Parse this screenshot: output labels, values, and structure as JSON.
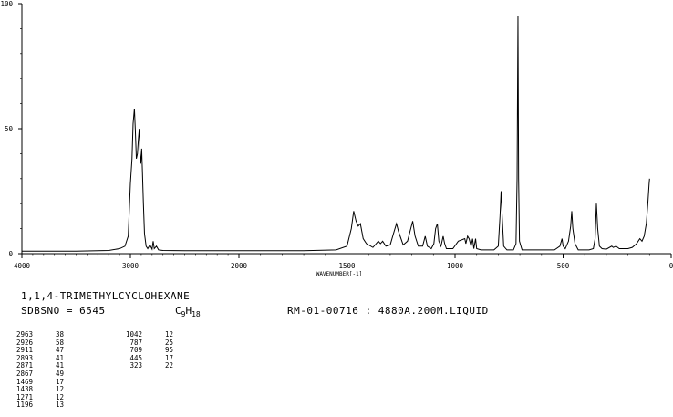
{
  "chart_data": {
    "type": "line",
    "xlabel": "WAVENUMBER[-1]",
    "ylabel": "",
    "xlim": [
      4000,
      0
    ],
    "ylim": [
      0,
      100
    ],
    "x_ticks": [
      "4000",
      "3000",
      "2000",
      "1500",
      "1000",
      "500",
      "0"
    ],
    "y_ticks": [
      "0",
      "50",
      "100"
    ],
    "series": [
      {
        "points": [
          [
            4000,
            1
          ],
          [
            3500,
            1
          ],
          [
            3200,
            1.3
          ],
          [
            3100,
            2
          ],
          [
            3050,
            3
          ],
          [
            3020,
            7
          ],
          [
            3000,
            28
          ],
          [
            2985,
            38
          ],
          [
            2975,
            52
          ],
          [
            2963,
            58
          ],
          [
            2955,
            50
          ],
          [
            2945,
            38
          ],
          [
            2935,
            40
          ],
          [
            2926,
            46
          ],
          [
            2918,
            50
          ],
          [
            2911,
            40
          ],
          [
            2904,
            36
          ],
          [
            2896,
            42
          ],
          [
            2890,
            34
          ],
          [
            2880,
            20
          ],
          [
            2870,
            8
          ],
          [
            2855,
            3
          ],
          [
            2840,
            2
          ],
          [
            2820,
            3.5
          ],
          [
            2800,
            1.8
          ],
          [
            2790,
            5
          ],
          [
            2780,
            2
          ],
          [
            2760,
            3
          ],
          [
            2740,
            1.5
          ],
          [
            2700,
            1.3
          ],
          [
            2500,
            1.2
          ],
          [
            2000,
            1.2
          ],
          [
            1700,
            1.2
          ],
          [
            1550,
            1.5
          ],
          [
            1500,
            3
          ],
          [
            1480,
            10
          ],
          [
            1469,
            17
          ],
          [
            1458,
            13
          ],
          [
            1448,
            11
          ],
          [
            1438,
            12
          ],
          [
            1425,
            6
          ],
          [
            1410,
            4
          ],
          [
            1380,
            2.5
          ],
          [
            1365,
            4
          ],
          [
            1355,
            5
          ],
          [
            1345,
            4
          ],
          [
            1335,
            5
          ],
          [
            1320,
            3
          ],
          [
            1300,
            3.5
          ],
          [
            1285,
            8
          ],
          [
            1271,
            12
          ],
          [
            1262,
            9
          ],
          [
            1250,
            6
          ],
          [
            1240,
            3.5
          ],
          [
            1220,
            5
          ],
          [
            1205,
            10
          ],
          [
            1196,
            13
          ],
          [
            1185,
            7
          ],
          [
            1170,
            3
          ],
          [
            1150,
            3
          ],
          [
            1138,
            7
          ],
          [
            1128,
            3
          ],
          [
            1110,
            2
          ],
          [
            1098,
            4
          ],
          [
            1090,
            10
          ],
          [
            1082,
            12
          ],
          [
            1075,
            5
          ],
          [
            1065,
            3
          ],
          [
            1055,
            7
          ],
          [
            1048,
            4
          ],
          [
            1040,
            2
          ],
          [
            1010,
            2
          ],
          [
            985,
            5
          ],
          [
            955,
            6
          ],
          [
            950,
            4
          ],
          [
            942,
            7
          ],
          [
            935,
            6
          ],
          [
            926,
            3
          ],
          [
            919,
            6
          ],
          [
            913,
            2
          ],
          [
            905,
            6
          ],
          [
            900,
            2
          ],
          [
            880,
            1.5
          ],
          [
            820,
            1.5
          ],
          [
            800,
            3
          ],
          [
            792,
            15
          ],
          [
            787,
            25
          ],
          [
            782,
            15
          ],
          [
            775,
            3
          ],
          [
            760,
            1.5
          ],
          [
            730,
            1.5
          ],
          [
            718,
            4
          ],
          [
            713,
            30
          ],
          [
            709,
            95
          ],
          [
            706,
            30
          ],
          [
            702,
            5
          ],
          [
            690,
            1.5
          ],
          [
            600,
            1.5
          ],
          [
            540,
            1.5
          ],
          [
            515,
            3
          ],
          [
            505,
            6
          ],
          [
            500,
            3
          ],
          [
            490,
            2
          ],
          [
            475,
            5
          ],
          [
            465,
            11
          ],
          [
            460,
            17
          ],
          [
            455,
            10
          ],
          [
            445,
            4
          ],
          [
            430,
            1.5
          ],
          [
            380,
            1.5
          ],
          [
            360,
            2
          ],
          [
            352,
            6
          ],
          [
            346,
            20
          ],
          [
            340,
            10
          ],
          [
            332,
            3
          ],
          [
            320,
            2
          ],
          [
            300,
            1.8
          ],
          [
            275,
            3
          ],
          [
            268,
            2.5
          ],
          [
            255,
            3
          ],
          [
            240,
            2
          ],
          [
            200,
            2
          ],
          [
            180,
            2.5
          ],
          [
            160,
            4
          ],
          [
            145,
            6
          ],
          [
            135,
            5
          ],
          [
            125,
            7
          ],
          [
            115,
            12
          ],
          [
            108,
            20
          ],
          [
            102,
            28
          ],
          [
            100,
            30
          ]
        ]
      }
    ]
  },
  "compound_name": "1,1,4-TRIMETHYLCYCLOHEXANE",
  "sdbs_label": "SDBSNO = 6545",
  "formula": {
    "c": "C",
    "c_n": "9",
    "h": "H",
    "h_n": "18"
  },
  "sample_info": "RM-01-00716 : 4880A.200M.LIQUID",
  "peak_table": {
    "col1": [
      {
        "wn": "2963",
        "t": "38"
      },
      {
        "wn": "2926",
        "t": "58"
      },
      {
        "wn": "2911",
        "t": "47"
      },
      {
        "wn": "2893",
        "t": "41"
      },
      {
        "wn": "2871",
        "t": "41"
      },
      {
        "wn": "2867",
        "t": "49"
      },
      {
        "wn": "1469",
        "t": "17"
      },
      {
        "wn": "1438",
        "t": "12"
      },
      {
        "wn": "1271",
        "t": "12"
      },
      {
        "wn": "1196",
        "t": "13"
      }
    ],
    "col2": [
      {
        "wn": "1042",
        "t": "12"
      },
      {
        "wn": "787",
        "t": "25"
      },
      {
        "wn": "709",
        "t": "95"
      },
      {
        "wn": "445",
        "t": "17"
      },
      {
        "wn": "323",
        "t": "22"
      }
    ]
  }
}
